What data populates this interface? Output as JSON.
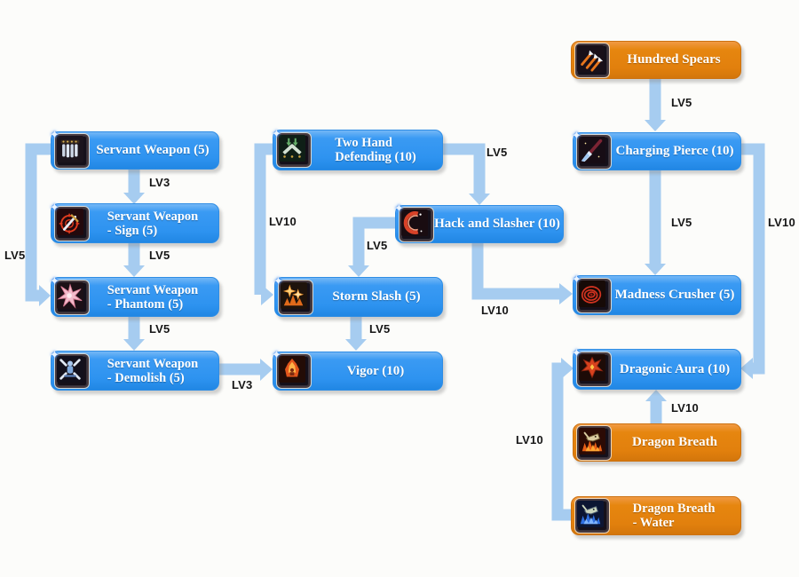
{
  "diagram_type": "skill-tree",
  "colors": {
    "node_blue": "#2e93f0",
    "node_orange": "#e2800d",
    "arrow": "#a6ccf0",
    "edge_label_text": "#161616",
    "node_text": "#ffffff",
    "background": "#fcfcfa"
  },
  "nodes": [
    {
      "id": "servant-weapon",
      "lines": [
        "Servant Weapon (5)"
      ],
      "variant": "blue",
      "icon": "servant-weapon-icon",
      "upgradable": true
    },
    {
      "id": "servant-weapon-sign",
      "lines": [
        "Servant Weapon",
        "- Sign (5)"
      ],
      "variant": "blue",
      "icon": "servant-weapon-sign-icon",
      "upgradable": true
    },
    {
      "id": "servant-weapon-phantom",
      "lines": [
        "Servant Weapon",
        "- Phantom (5)"
      ],
      "variant": "blue",
      "icon": "servant-weapon-phantom-icon",
      "upgradable": true
    },
    {
      "id": "servant-weapon-demolish",
      "lines": [
        "Servant Weapon",
        "- Demolish (5)"
      ],
      "variant": "blue",
      "icon": "servant-weapon-demolish-icon",
      "upgradable": true
    },
    {
      "id": "two-hand-defending",
      "lines": [
        "Two Hand",
        "Defending (10)"
      ],
      "variant": "blue",
      "icon": "two-hand-defending-icon",
      "upgradable": true
    },
    {
      "id": "hack-and-slasher",
      "lines": [
        "Hack and Slasher (10)"
      ],
      "variant": "blue",
      "icon": "hack-and-slasher-icon",
      "upgradable": true
    },
    {
      "id": "storm-slash",
      "lines": [
        "Storm Slash (5)"
      ],
      "variant": "blue",
      "icon": "storm-slash-icon",
      "upgradable": true
    },
    {
      "id": "vigor",
      "lines": [
        "Vigor (10)"
      ],
      "variant": "blue",
      "icon": "vigor-icon",
      "upgradable": true
    },
    {
      "id": "hundred-spears",
      "lines": [
        "Hundred Spears"
      ],
      "variant": "orange",
      "icon": "hundred-spears-icon",
      "upgradable": false
    },
    {
      "id": "charging-pierce",
      "lines": [
        "Charging Pierce (10)"
      ],
      "variant": "blue",
      "icon": "charging-pierce-icon",
      "upgradable": true
    },
    {
      "id": "madness-crusher",
      "lines": [
        "Madness Crusher (5)"
      ],
      "variant": "blue",
      "icon": "madness-crusher-icon",
      "upgradable": true
    },
    {
      "id": "dragonic-aura",
      "lines": [
        "Dragonic Aura (10)"
      ],
      "variant": "blue",
      "icon": "dragonic-aura-icon",
      "upgradable": true
    },
    {
      "id": "dragon-breath",
      "lines": [
        "Dragon Breath"
      ],
      "variant": "orange",
      "icon": "dragon-breath-icon",
      "upgradable": false
    },
    {
      "id": "dragon-breath-water",
      "lines": [
        "Dragon Breath",
        "- Water"
      ],
      "variant": "orange",
      "icon": "dragon-breath-water-icon",
      "upgradable": false
    }
  ],
  "edges": [
    {
      "from": "servant-weapon",
      "to": "servant-weapon-sign",
      "label": "LV3"
    },
    {
      "from": "servant-weapon-sign",
      "to": "servant-weapon-phantom",
      "label": "LV5"
    },
    {
      "from": "servant-weapon",
      "to": "servant-weapon-phantom",
      "label": "LV5"
    },
    {
      "from": "servant-weapon-phantom",
      "to": "servant-weapon-demolish",
      "label": "LV5"
    },
    {
      "from": "servant-weapon-demolish",
      "to": "vigor",
      "label": "LV3"
    },
    {
      "from": "two-hand-defending",
      "to": "hack-and-slasher",
      "label": "LV5"
    },
    {
      "from": "two-hand-defending",
      "to": "storm-slash",
      "label": "LV10"
    },
    {
      "from": "hack-and-slasher",
      "to": "storm-slash",
      "label": "LV5"
    },
    {
      "from": "storm-slash",
      "to": "vigor",
      "label": "LV5"
    },
    {
      "from": "hack-and-slasher",
      "to": "madness-crusher",
      "label": "LV10"
    },
    {
      "from": "hundred-spears",
      "to": "charging-pierce",
      "label": "LV5"
    },
    {
      "from": "charging-pierce",
      "to": "madness-crusher",
      "label": "LV5"
    },
    {
      "from": "charging-pierce",
      "to": "dragonic-aura",
      "label": "LV10"
    },
    {
      "from": "dragon-breath",
      "to": "dragonic-aura",
      "label": "LV10"
    },
    {
      "from": "dragon-breath-water",
      "to": "dragonic-aura",
      "label": "LV10"
    }
  ]
}
